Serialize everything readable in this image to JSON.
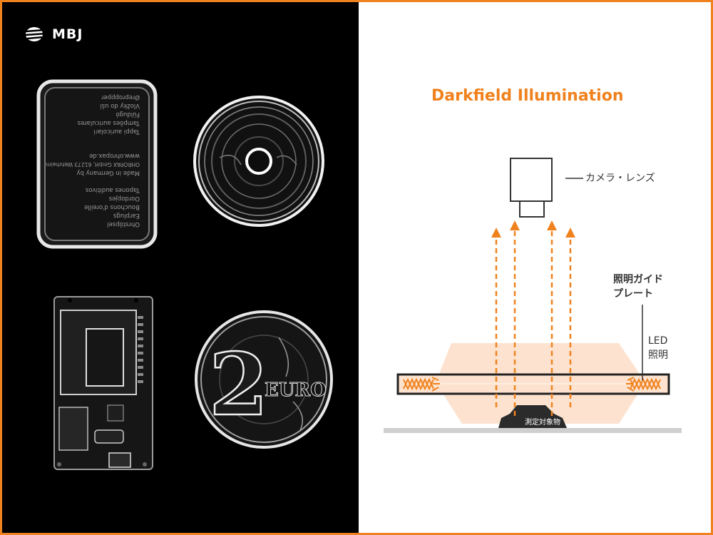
{
  "logo": {
    "text": "MBJ",
    "icon": "mbj-logo-icon"
  },
  "diagram": {
    "title": "Darkfield Illumination",
    "labels": {
      "camera_lens": "カメラ・レンズ",
      "guide_plate_line1": "照明ガイド",
      "guide_plate_line2": "プレート",
      "led_line1": "LED",
      "led_line2": "照明",
      "object": "測定対象物"
    }
  },
  "photos": {
    "tin_box": {
      "text_lines": [
        "Ohrstöpsel",
        "Earplugs",
        "Bouchons d'oreille",
        "Oordopjes",
        "Tapones auditivos",
        "Made in Germany by",
        "OHROPAX GmbH, 61273 Wehrheim",
        "www.ohropax.de"
      ],
      "text_lines_right": [
        "Tappi auricolari",
        "Tampões auriculares",
        "Füldugó",
        "Vložky do uší",
        "Øreproppper"
      ]
    },
    "coin": {
      "emboss": "2",
      "text": "EURO"
    }
  },
  "colors": {
    "accent": "#f0821e",
    "light_orange": "#fde3cf",
    "dark": "#1a1a1a",
    "object": "#2b2b2b",
    "ground": "#cccccc"
  }
}
